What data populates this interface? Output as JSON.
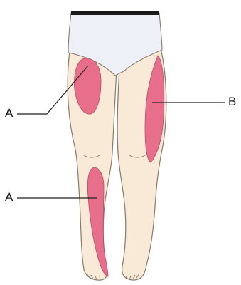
{
  "labels": {
    "a_top": "A",
    "a_bottom": "A",
    "b": "B"
  },
  "colors": {
    "skin": "#f8ead6",
    "skin_outline": "#8a7a6a",
    "highlight": "#e86f8c",
    "underwear": "#eef0f8",
    "waistband": "#1a1a1a",
    "leader_line": "#222222"
  }
}
